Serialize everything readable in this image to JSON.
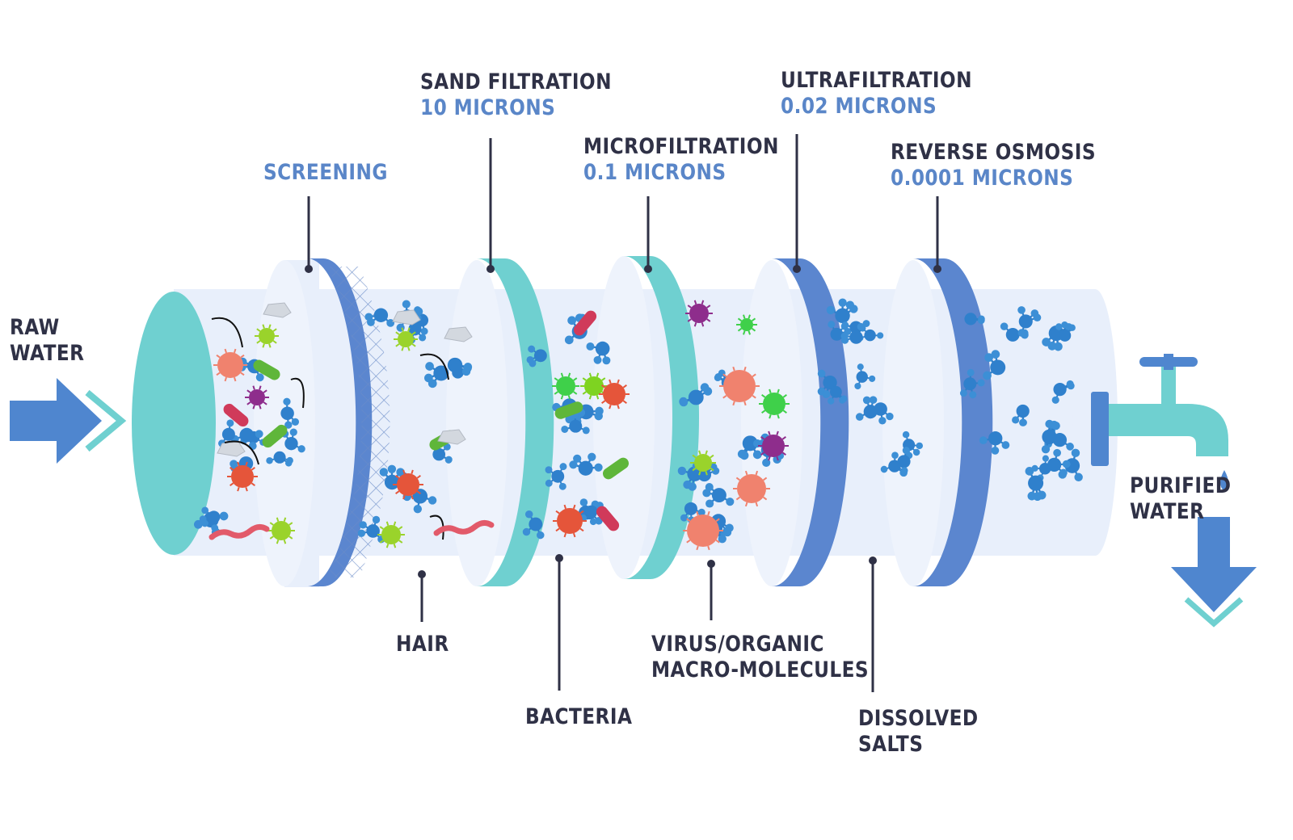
{
  "inlet": {
    "line1": "RAW",
    "line2": "WATER"
  },
  "outlet": {
    "line1": "PURIFIED",
    "line2": "WATER"
  },
  "stages": [
    {
      "name": "SCREENING"
    },
    {
      "name": "SAND FILTRATION",
      "size": "10 MICRONS"
    },
    {
      "name": "MICROFILTRATION",
      "size": "0.1 MICRONS"
    },
    {
      "name": "ULTRAFILTRATION",
      "size": "0.02 MICRONS"
    },
    {
      "name": "REVERSE OSMOSIS",
      "size": "0.0001 MICRONS"
    }
  ],
  "contaminants": [
    {
      "line1": "HAIR"
    },
    {
      "line1": "BACTERIA"
    },
    {
      "line1": "VIRUS/ORGANIC",
      "line2": "MACRO-MOLECULES"
    },
    {
      "line1": "DISSOLVED",
      "line2": "SALTS"
    }
  ],
  "colors": {
    "dark_text": "#2f3146",
    "blue_text": "#5a86c8",
    "teal": "#6fd0d0",
    "blue_ring": "#5b86cf",
    "tube": "#e8effb",
    "molecule": "#3c8fd6"
  }
}
